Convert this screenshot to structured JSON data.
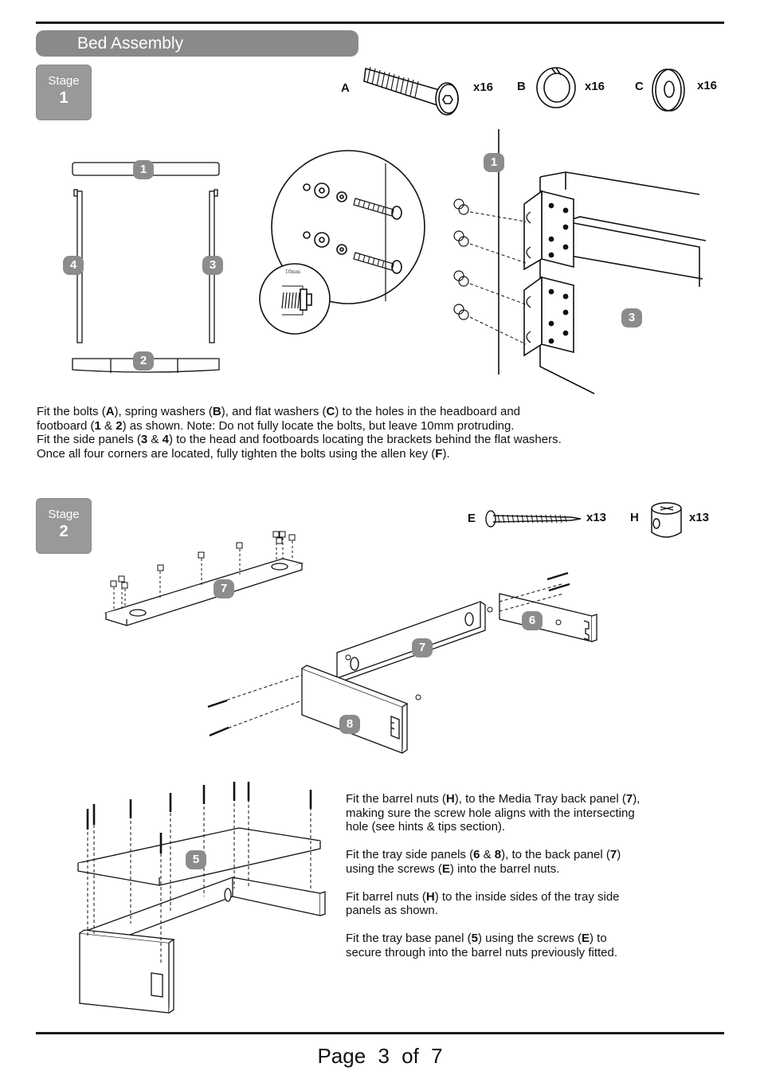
{
  "section_title": "Bed Assembly",
  "footer": {
    "page_label": "Page",
    "page_number": "3",
    "of_label": "of",
    "total_pages": "7"
  },
  "stage1": {
    "label": "Stage",
    "number": "1",
    "parts": [
      {
        "letter": "A",
        "qty": "x16",
        "icon": "bolt-icon"
      },
      {
        "letter": "B",
        "qty": "x16",
        "icon": "spring-washer-icon"
      },
      {
        "letter": "C",
        "qty": "x16",
        "icon": "flat-washer-icon"
      }
    ],
    "panel_labels": {
      "p1": "1",
      "p2": "2",
      "p3": "3",
      "p4": "4",
      "bracket_1": "1",
      "bracket_3": "3"
    },
    "detail_measure": "10mm",
    "instructions": [
      [
        [
          "Fit the bolts (",
          false
        ],
        [
          "A",
          true
        ],
        [
          "), spring washers (",
          false
        ],
        [
          "B",
          true
        ],
        [
          "), and flat washers (",
          false
        ],
        [
          "C",
          true
        ],
        [
          ") to the holes in the headboard and",
          false
        ]
      ],
      [
        [
          "footboard (",
          false
        ],
        [
          "1",
          true
        ],
        [
          " & ",
          false
        ],
        [
          "2",
          true
        ],
        [
          ") as shown.  Note: Do not fully locate the bolts, but leave 10mm protruding.",
          false
        ]
      ],
      [
        [
          "Fit the side panels (",
          false
        ],
        [
          "3",
          true
        ],
        [
          " & ",
          false
        ],
        [
          "4",
          true
        ],
        [
          ") to the head and footboards locating the brackets behind the flat washers.",
          false
        ]
      ],
      [
        [
          "Once all four corners are located, fully tighten the bolts using the allen key (",
          false
        ],
        [
          "F",
          true
        ],
        [
          ").",
          false
        ]
      ]
    ]
  },
  "stage2": {
    "label": "Stage",
    "number": "2",
    "parts": [
      {
        "letter": "E",
        "qty": "x13",
        "icon": "screw-icon"
      },
      {
        "letter": "H",
        "qty": "x13",
        "icon": "barrel-nut-icon"
      }
    ],
    "panel_labels": {
      "p7a": "7",
      "p7b": "7",
      "p6": "6",
      "p8": "8",
      "p5": "5"
    },
    "instructions": [
      [
        [
          [
            "Fit the barrel nuts (",
            false
          ],
          [
            "H",
            true
          ],
          [
            "), to the Media Tray back panel (",
            false
          ],
          [
            "7",
            true
          ],
          [
            "),",
            false
          ]
        ],
        [
          [
            "making sure the screw hole aligns with the intersecting",
            false
          ]
        ],
        [
          [
            "hole (see hints & tips section).",
            false
          ]
        ]
      ],
      [
        [
          [
            "Fit the tray side panels (",
            false
          ],
          [
            "6",
            true
          ],
          [
            " & ",
            false
          ],
          [
            "8",
            true
          ],
          [
            "), to the back panel (",
            false
          ],
          [
            "7",
            true
          ],
          [
            ")",
            false
          ]
        ],
        [
          [
            "using the screws (",
            false
          ],
          [
            "E",
            true
          ],
          [
            ") into the barrel nuts.",
            false
          ]
        ]
      ],
      [
        [
          [
            "Fit barrel nuts (",
            false
          ],
          [
            "H",
            true
          ],
          [
            ") to the inside sides of the tray side",
            false
          ]
        ],
        [
          [
            "panels as shown.",
            false
          ]
        ]
      ],
      [
        [
          [
            "Fit the tray base panel (",
            false
          ],
          [
            "5",
            true
          ],
          [
            ") using the screws (",
            false
          ],
          [
            "E",
            true
          ],
          [
            ") to",
            false
          ]
        ],
        [
          [
            "secure through into the barrel nuts previously fitted.",
            false
          ]
        ]
      ]
    ]
  }
}
